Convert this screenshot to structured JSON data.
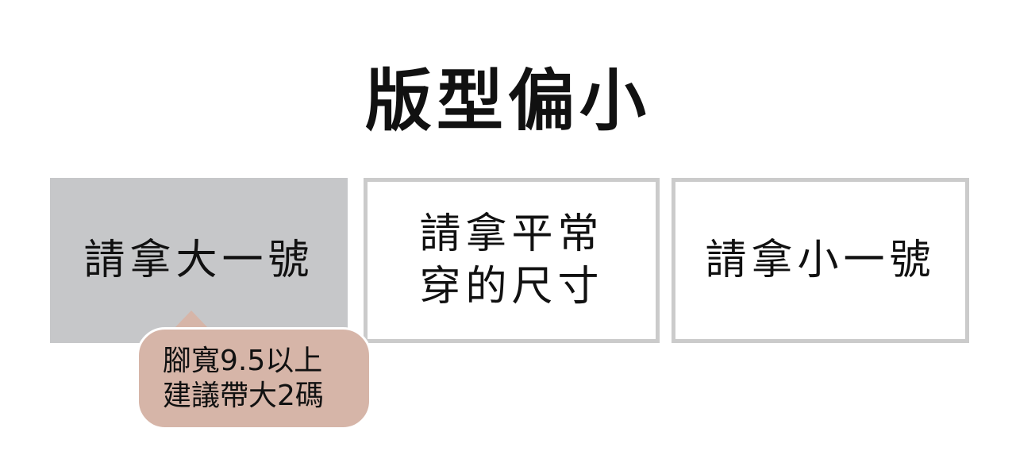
{
  "title": "版型偏小",
  "options": [
    {
      "label": "請拿大一號"
    },
    {
      "label_line1": "請拿平常",
      "label_line2": "穿的尺寸"
    },
    {
      "label": "請拿小一號"
    }
  ],
  "tooltip": {
    "line1": "腳寬9.5以上",
    "line2": "建議帶大2碼"
  },
  "colors": {
    "selected_bg": "#c6c7c9",
    "border": "#cbcbcb",
    "tooltip_bg": "#d6b5a8"
  }
}
